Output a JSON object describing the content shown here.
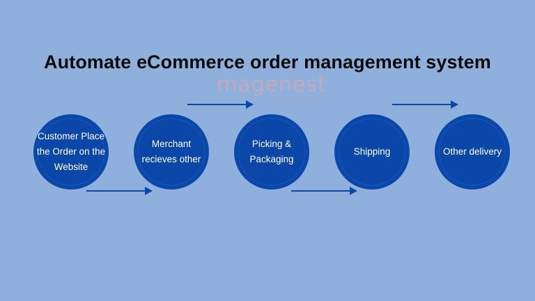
{
  "title": "Automate eCommerce order management system",
  "logo": {
    "word": "magenest",
    "tagline": "ONE-STOP SOLUTION"
  },
  "steps": [
    {
      "label": "Customer Place\nthe Order on the\nWebsite"
    },
    {
      "label": "Merchant\nrecieves other"
    },
    {
      "label": "Picking &\nPackaging"
    },
    {
      "label": "Shipping"
    },
    {
      "label": "Other delivery"
    }
  ],
  "colors": {
    "background": "#8fb0dd",
    "circle": "#0b47a8",
    "arrow": "#0b47a8",
    "text": "#ffffff",
    "title": "#0b0b0b"
  }
}
